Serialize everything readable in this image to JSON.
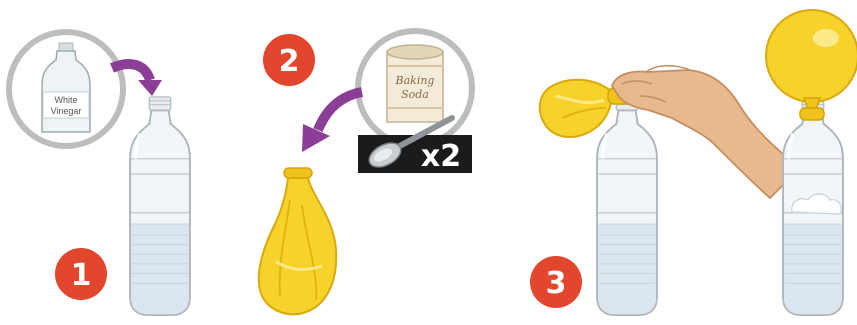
{
  "steps": [
    {
      "number": "1"
    },
    {
      "number": "2"
    },
    {
      "number": "3"
    }
  ],
  "vinegar_label_line1": "White",
  "vinegar_label_line2": "Vinegar",
  "soda_label_line1": "Baking",
  "soda_label_line2": "Soda",
  "spoon_multiplier": "x2",
  "colors": {
    "step_badge": "#e2462c",
    "arrow": "#8a3e96",
    "balloon": "#f6d22a",
    "inset_circle": "#bdbdbd"
  },
  "icons": [
    "vinegar-bottle-icon",
    "baking-soda-can-icon",
    "spoon-icon",
    "hand-icon",
    "balloon-icon",
    "bottle-icon"
  ]
}
